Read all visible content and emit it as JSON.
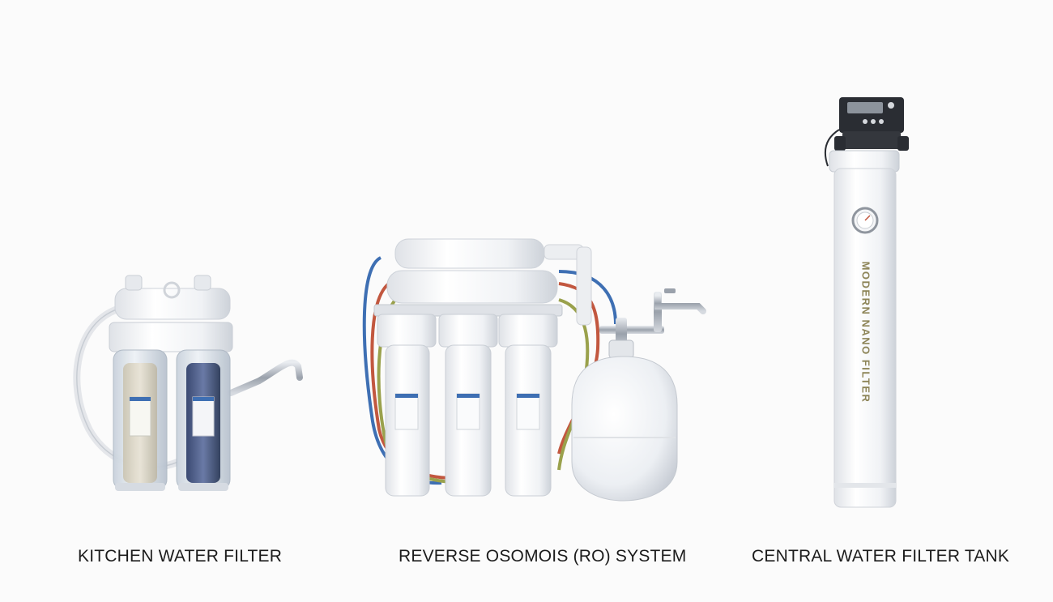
{
  "products": [
    {
      "id": "kitchen",
      "caption": "KITCHEN WATER FILTER"
    },
    {
      "id": "ro",
      "caption": "REVERSE OSOMOIS (RO) SYSTEM"
    },
    {
      "id": "central",
      "caption": "CENTRAL WATER FILTER TANK",
      "tank_text": "MODERN NANO FILTER"
    }
  ],
  "colors": {
    "background": "#fbfbfb",
    "body_white": "#f2f3f5",
    "shadow": "#cfd3d9",
    "tube_blue": "#3e6fb3",
    "tube_red": "#c2573f",
    "tube_green": "#9aa14c",
    "clear_housing": "#dfe6ee",
    "blue_cartridge": "#4a5c8a",
    "control_head": "#2a2d33",
    "chrome": "#b9bec6"
  }
}
